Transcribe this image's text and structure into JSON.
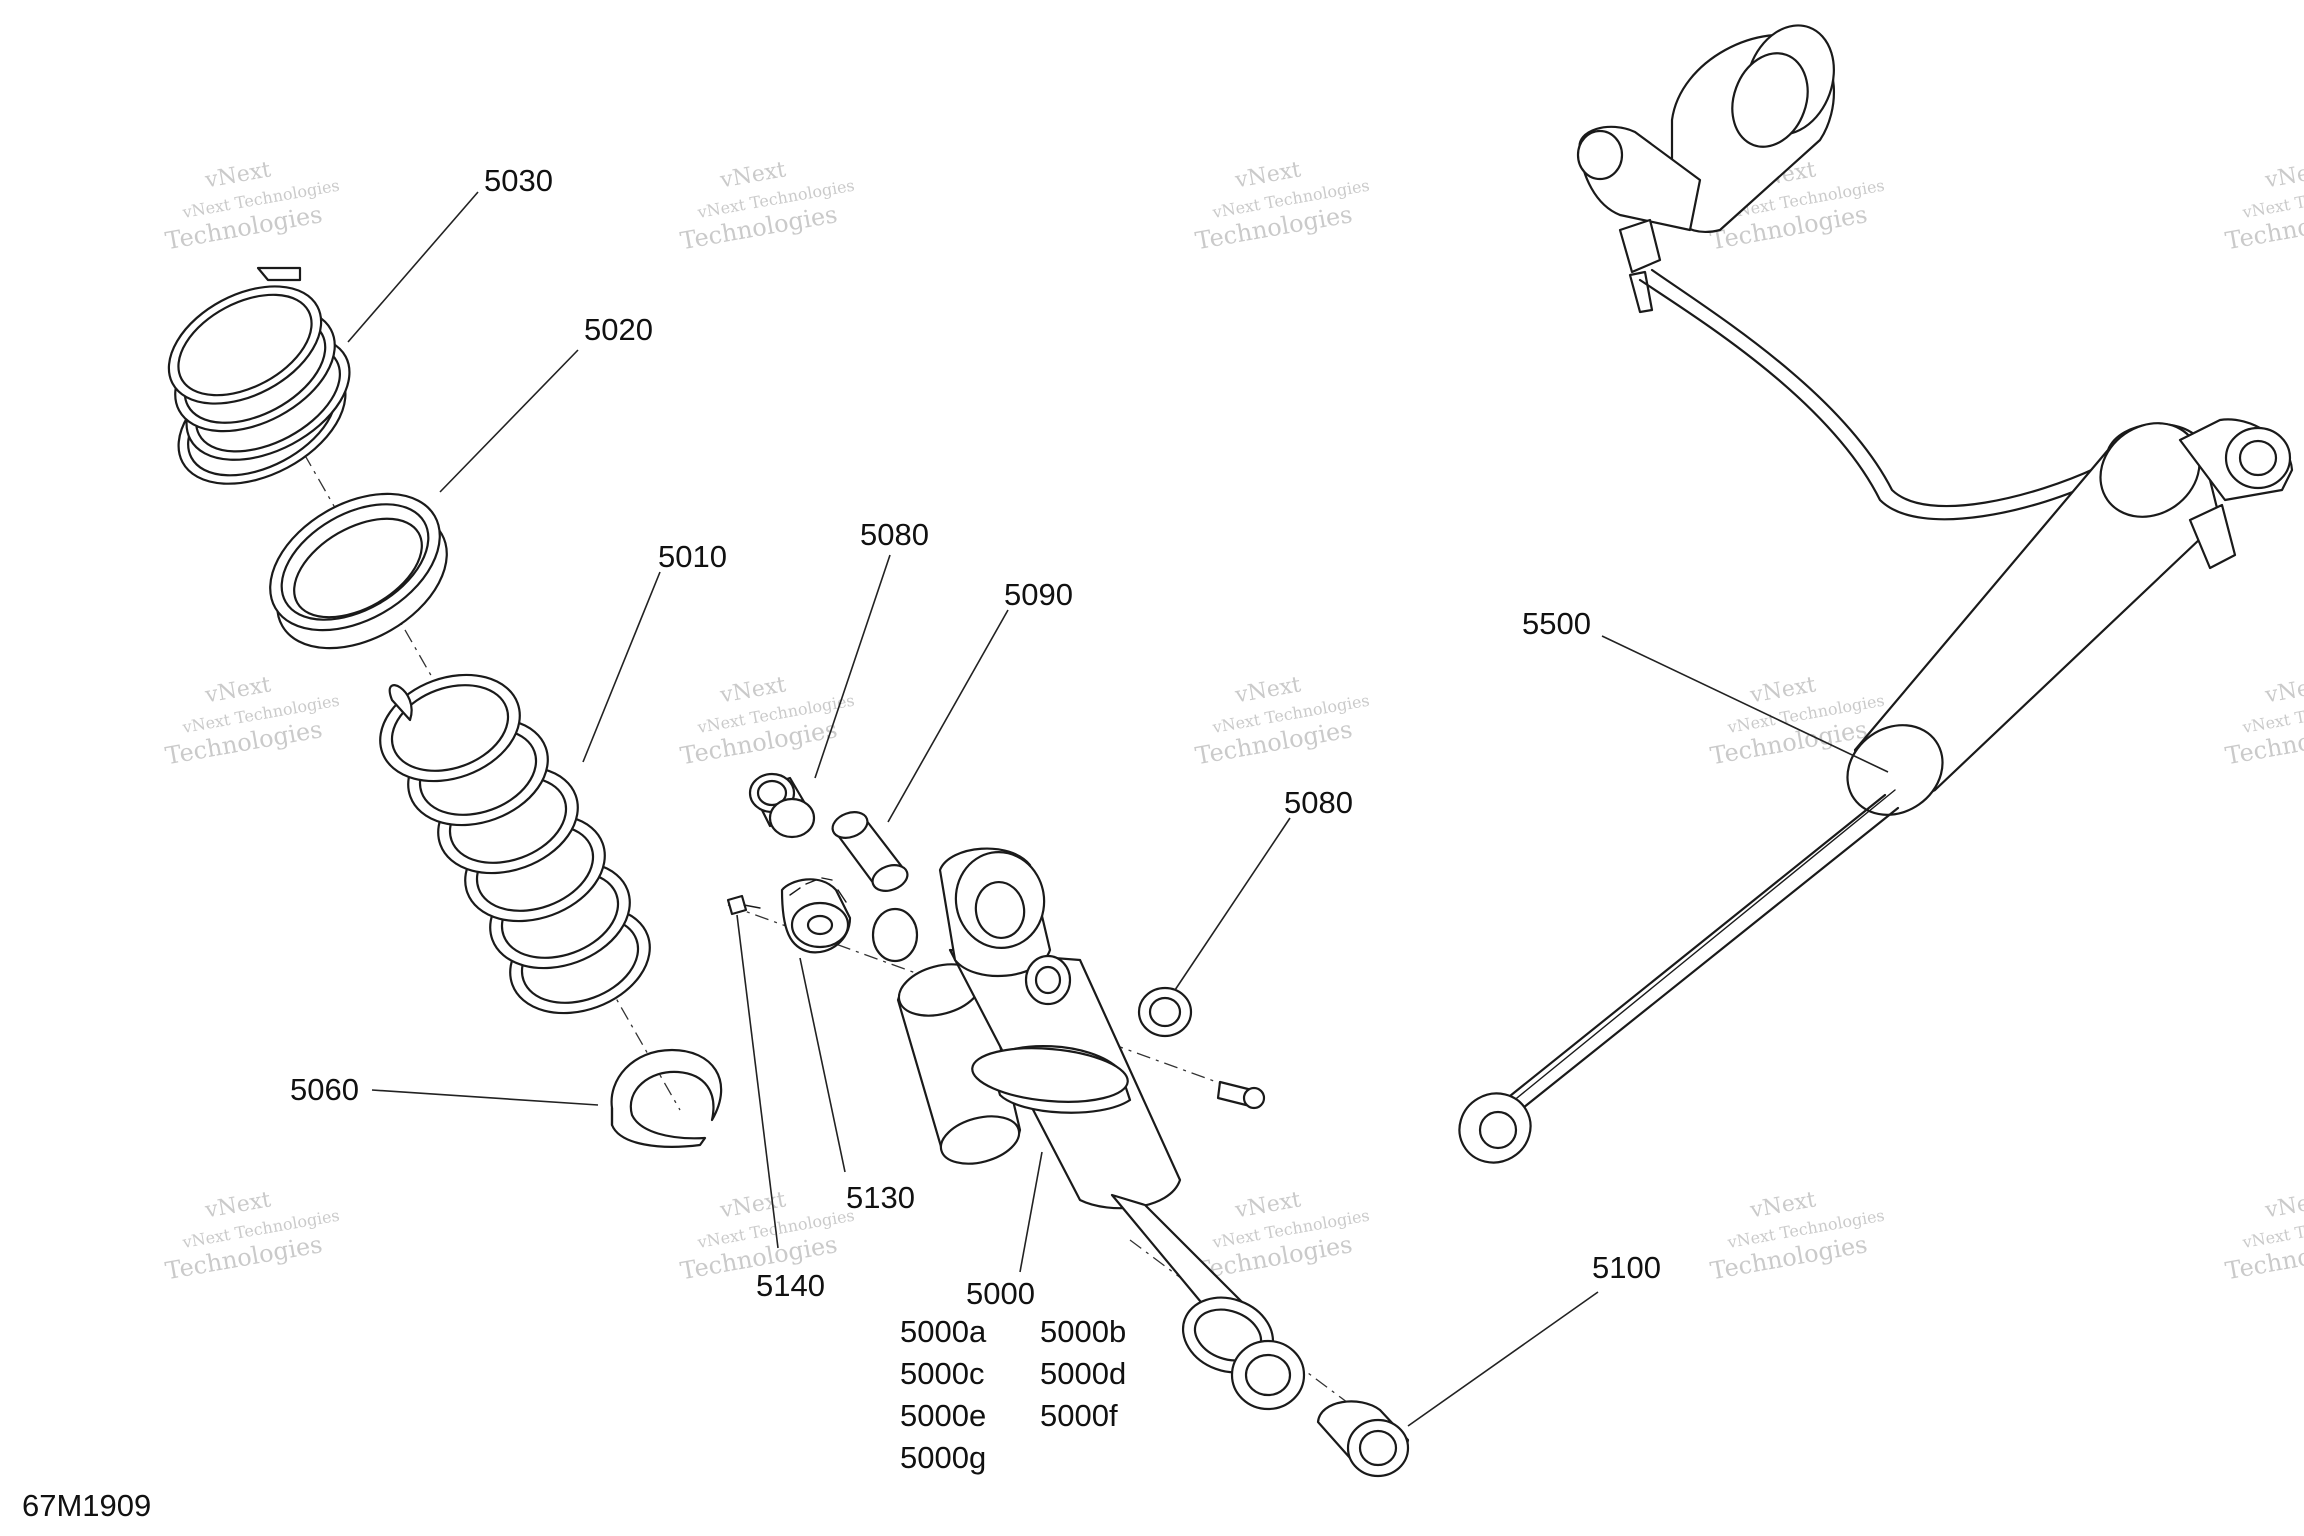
{
  "watermark": {
    "line1": "vNext",
    "line2": "vNext Technologies",
    "line3": "Technologies"
  },
  "labels": {
    "l5030": "5030",
    "l5020": "5020",
    "l5010": "5010",
    "l5080a": "5080",
    "l5090": "5090",
    "l5080b": "5080",
    "l5500": "5500",
    "l5060": "5060",
    "l5130": "5130",
    "l5140": "5140",
    "l5000": "5000",
    "l5000a": "5000a",
    "l5000b": "5000b",
    "l5000c": "5000c",
    "l5000d": "5000d",
    "l5000e": "5000e",
    "l5000f": "5000f",
    "l5000g": "5000g",
    "l5100": "5100"
  },
  "figure_id": "67M1909"
}
